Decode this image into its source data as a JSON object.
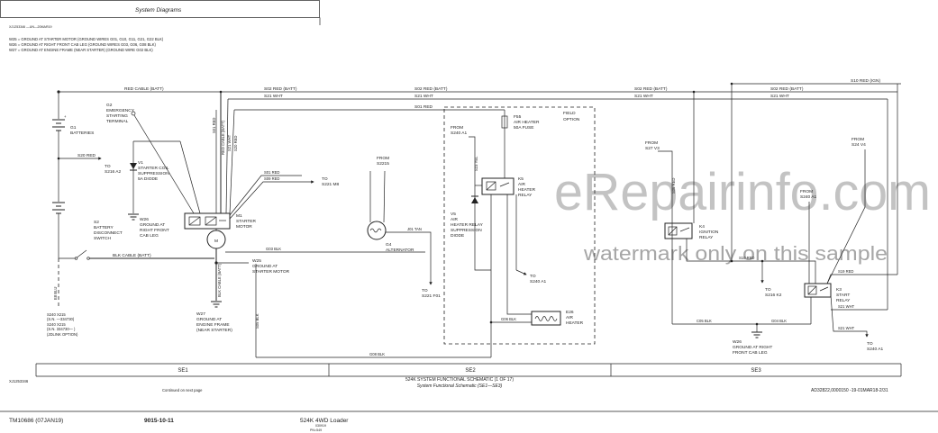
{
  "header": {
    "title": "System Diagrams"
  },
  "figure_ref": "XJ1253346 —UN—20MAR19",
  "legend": [
    "W25 = GROUND AT STARTER MOTOR (GROUND WIRES G01, G10, G11, G21, G22 BLK)",
    "W26 = GROUND AT RIGHT FRONT CAB LEG (GROUND WIRES G03, G06, G08 BLK)",
    "W27 = GROUND AT ENGINE FRAME (NEAR STARTER) (GROUND WIRE G02 BLK)"
  ],
  "wires": {
    "red_cable_batt": "RED CABLE (BATT)",
    "s02_red_batt": "S02 RED (BATT)",
    "s21_wht": "S21 WHT",
    "s01_red": "S01 RED",
    "s10_red_ign": "S10 RED (IGN)",
    "s20_red": "S20 RED",
    "s09_red": "S09 RED",
    "j01_tan": "J01 TAN",
    "g03_blk": "G03 BLK",
    "blk_cable_batt": "BLK CABLE (BATT)",
    "e8_blu": "E8 BLU",
    "s05_blk": "S05 BLK",
    "g08_blk": "G08 BLK",
    "s23_yel": "S23 YEL",
    "g06_blk": "G06 BLK",
    "s06_red": "S06 RED",
    "s10_red": "S10 RED",
    "c05_blk": "C05 BLK",
    "g04_blk": "G04 BLK",
    "s19_red": "S19 RED"
  },
  "components": {
    "g2": [
      "G2",
      "EMERGENCY",
      "STARTING",
      "TERMINAL"
    ],
    "g1": [
      "G1",
      "BATTERIES"
    ],
    "to_s216_a2": [
      "TO",
      "S216 A2"
    ],
    "v1": [
      "V1",
      "STARTER COIL",
      "SUPPRESSION",
      "5A DIODE"
    ],
    "w26_left": [
      "W26",
      "GROUND AT",
      "RIGHT FRONT",
      "CAB LEG"
    ],
    "s2": [
      "S2",
      "BATTERY",
      "DISCONNECT",
      "SWITCH"
    ],
    "s240_note": [
      "S240 X215",
      "(S.N. —334730)",
      "S240 X215",
      "(S.N. 334730— )",
      "(JDLINK OPTION)"
    ],
    "m1": [
      "M1",
      "STARTER",
      "MOTOR"
    ],
    "motor_symbol": "M",
    "to_s221_m8": [
      "TO",
      "S221 M8"
    ],
    "from_s2215": [
      "FROM",
      "S2215"
    ],
    "g4": [
      "G4",
      "ALTERNATOR"
    ],
    "w25": [
      "W25",
      "GROUND AT",
      "STARTER MOTOR"
    ],
    "w27": [
      "W27",
      "GROUND AT",
      "ENGINE FRAME",
      "(NEAR STARTER)"
    ],
    "to_s221_f01": [
      "TO",
      "S221 F01"
    ],
    "field_option": [
      "FIELD",
      "OPTION"
    ],
    "f55": [
      "F55",
      "AIR HEATER",
      "50A FUSE"
    ],
    "from_s240_a1_mid": [
      "FROM",
      "S240 A1"
    ],
    "k5": [
      "K5",
      "AIR",
      "HEATER",
      "RELAY"
    ],
    "v5": [
      "V5",
      "AIR",
      "HEATER RELAY",
      "SUPPRESSION",
      "DIODE"
    ],
    "to_s240_a1_mid": [
      "TO",
      "S240 A1"
    ],
    "e26": [
      "E26",
      "AIR",
      "HEATER"
    ],
    "from_s27_v3": [
      "FROM",
      "S27 V3"
    ],
    "k4": [
      "K4",
      "IGNITION",
      "RELAY"
    ],
    "to_s216_k2": [
      "TO",
      "S216 K2"
    ],
    "w26_right": [
      "W26",
      "GROUND AT RIGHT",
      "FRONT CAB LEG"
    ],
    "from_s24_v4": [
      "FROM",
      "S24 V4"
    ],
    "from_s240_a1_right": [
      "FROM",
      "S240 A1"
    ],
    "k3": [
      "K3",
      "START",
      "RELAY"
    ],
    "to_s240_a1_right": [
      "TO",
      "S240 A1"
    ]
  },
  "sections": [
    "SE1",
    "SE2",
    "SE3"
  ],
  "caption": {
    "figure_id": "XJ1253346",
    "title": "524K SYSTEM FUNCTIONAL SCHEMATIC (1 OF 17)",
    "subtitle": "System Functional Schematic (SE1—SE3)",
    "continued": "Continued on next page",
    "doc_ref": "AD32822,0000150 -19-01MAR18-2/31"
  },
  "footer": {
    "manual": "TM10686 (07JAN19)",
    "page": "9015-10-11",
    "model": "524K 4WD Loader",
    "date_code": "030919",
    "pn": "PN=549"
  },
  "watermark": {
    "site": "eRepairinfo.com",
    "note": "watermark only on this sample"
  }
}
